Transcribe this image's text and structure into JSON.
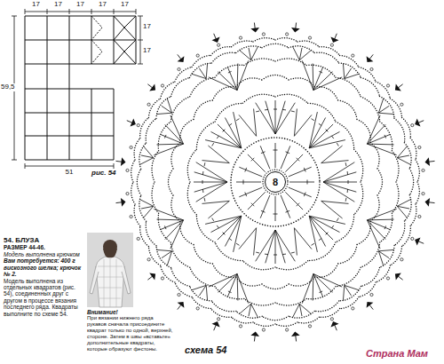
{
  "diagram": {
    "nodes": [
      {
        "text": [
          "8"
        ]
      }
    ],
    "labels": [
      "17",
      "17",
      "17",
      "17",
      "17",
      "17",
      "17",
      "59,5",
      "51",
      "рис. 54",
      "54. БЛУЗА",
      "РАЗМЕР 44-46.",
      "Модель выполнена крючком",
      "Вам потребуется: 400 г вискозного шелка; крючок № 2.",
      "Модель выполнена из отдельных квадратов (рис. 54), соединенных друг с другом в процессе вязания последнего ряда. Квадраты выполните по схеме 54.",
      "Внимание!",
      "При вязании нижнего ряда рукавов сначала присоедините квадрат только по одной, верхней, стороне. Затем в швы «вставьте» дополнительные квадраты, которые образуют фестоны.",
      "схема 54",
      "Страна Мам"
    ]
  }
}
